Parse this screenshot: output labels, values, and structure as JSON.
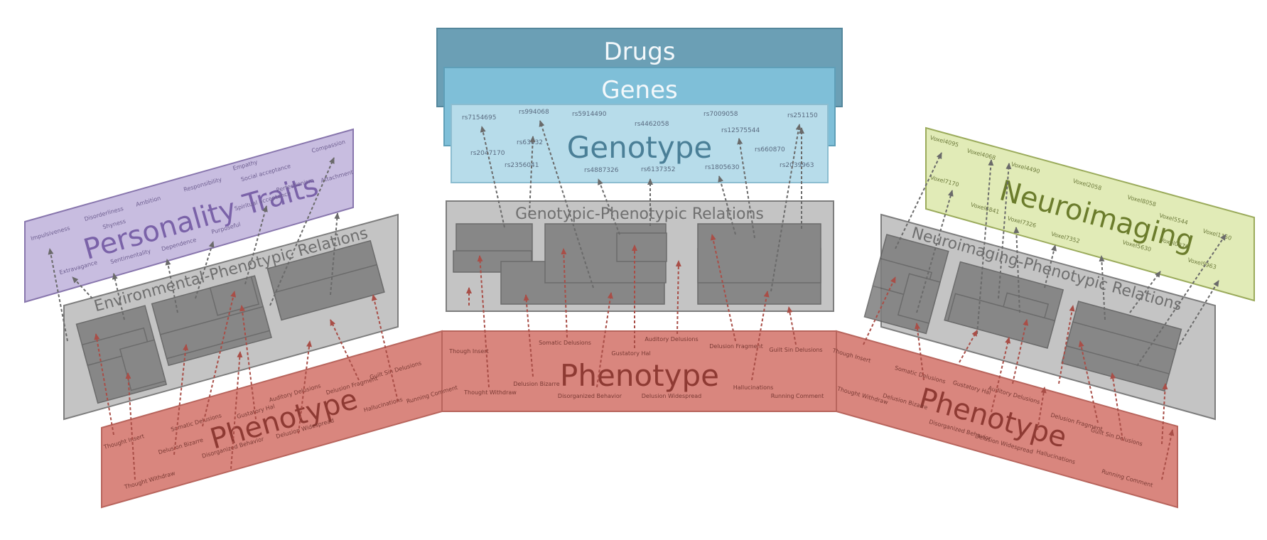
{
  "colors": {
    "drugs": "#6b9fb5",
    "genes": "#7fbfd8",
    "genotype": "#b7dcea",
    "personality": "#c8bde0",
    "neuroimaging": "#e1ebb7",
    "phenotype": "#d9867e",
    "relations_panel": "#c4c4c4",
    "relation_box": "#7d7d7d",
    "arrow_red": "#a94e47",
    "arrow_gray": "#6a6a6a"
  },
  "center": {
    "drugs": {
      "title": "Drugs"
    },
    "genes": {
      "title": "Genes"
    },
    "genotype": {
      "title": "Genotype",
      "snps": [
        "rs7154695",
        "rs994068",
        "rs5914490",
        "rs7009058",
        "rs251150",
        "rs4462058",
        "rs12575544",
        "rs2047170",
        "rs63032",
        "rs660870",
        "rs2356041",
        "rs4887326",
        "rs6137352",
        "rs1805630",
        "rs2039963"
      ]
    },
    "relations": {
      "title": "Genotypic-Phenotypic Relations"
    },
    "phenotype": {
      "title": "Phenotype",
      "items": [
        "Though Insert",
        "Somatic Delusions",
        "Auditory Delusions",
        "Delusion Fragment",
        "Guilt Sin Delusions",
        "Thought Withdraw",
        "Delusion Bizarre",
        "Disorganized Behavior",
        "Gustatory Hal",
        "Delusion Widespread",
        "Hallucinations",
        "Running Comment"
      ]
    }
  },
  "left": {
    "traits": {
      "title": "Personality Traits",
      "items": [
        "Impulsiveness",
        "Disorderliness",
        "Ambition",
        "Responsibility",
        "Empathy",
        "Social acceptance",
        "Compassion",
        "Shyness",
        "Spiritual acceptance",
        "Perfectionism",
        "Attachment",
        "Extravagance",
        "Sentimentality",
        "Dependence",
        "Purposeful"
      ]
    },
    "relations": {
      "title": "Environmental-Phenotypic Relations"
    },
    "phenotype": {
      "title": "Phenotype",
      "items": [
        "Thought Insert",
        "Thought Withdraw",
        "Delusion Bizarre",
        "Somatic Delusions",
        "Disorganized Behavior",
        "Gustatory Hal",
        "Delusion Widespread",
        "Auditory Delusions",
        "Delusion Fragment",
        "Hallucinations",
        "Guilt Sin Delusions",
        "Running Comment"
      ]
    }
  },
  "right": {
    "neuro": {
      "title": "Neuroimaging",
      "voxels": [
        "Voxel4095",
        "Voxel4068",
        "Voxel4490",
        "Voxel7170",
        "Voxel2058",
        "Voxel6841",
        "Voxel7326",
        "Voxel7352",
        "Voxel8058",
        "Voxel5544",
        "Voxel1150",
        "Voxel0870",
        "Voxel5630",
        "Voxel9963"
      ]
    },
    "relations": {
      "title": "Neuroimaging-Phenotypic Relations"
    },
    "phenotype": {
      "title": "Phenotype",
      "items": [
        "Though Insert",
        "Thought Withdraw",
        "Somatic Delusions",
        "Delusion Bizarre",
        "Gustatory Hal",
        "Auditory Delusions",
        "Disorganized Behavior",
        "Delusion Widespread",
        "Delusion Fragment",
        "Hallucinations",
        "Guilt Sin Delusions",
        "Running Comment"
      ]
    }
  }
}
